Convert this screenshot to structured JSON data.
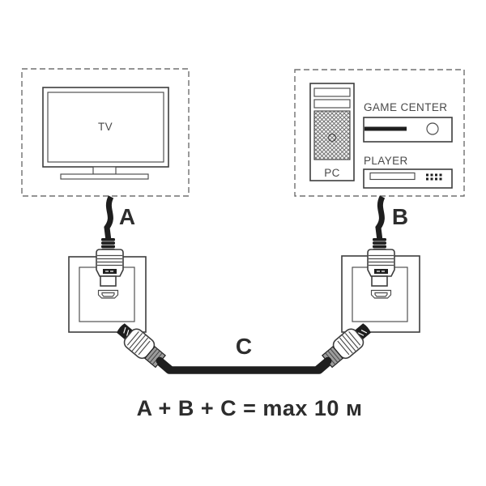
{
  "labels": {
    "tv": "TV",
    "pc": "PC",
    "game_center": "GAME CENTER",
    "player": "PLAYER",
    "cable_a": "A",
    "cable_b": "B",
    "cable_c": "C",
    "formula": "A + B + C = max 10 м"
  },
  "icons": {
    "hdmi_port": "hdmi-port-icon",
    "hdmi_plug": "hdmi-plug-icon",
    "power_button": "power-button-icon",
    "game_slot": "game-slot-icon",
    "disc_tray": "disc-tray-icon",
    "player_buttons": "player-buttons-icon",
    "pc_vent": "pc-vent-grille-icon"
  },
  "colors": {
    "background": "#ffffff",
    "outline": "#3e3e3e",
    "outline_thin": "#4a4a4a",
    "dashed_border": "#707070",
    "cable": "#1e1e1e",
    "label_text": "#2d2d2d",
    "device_text": "#4a4a4a"
  }
}
